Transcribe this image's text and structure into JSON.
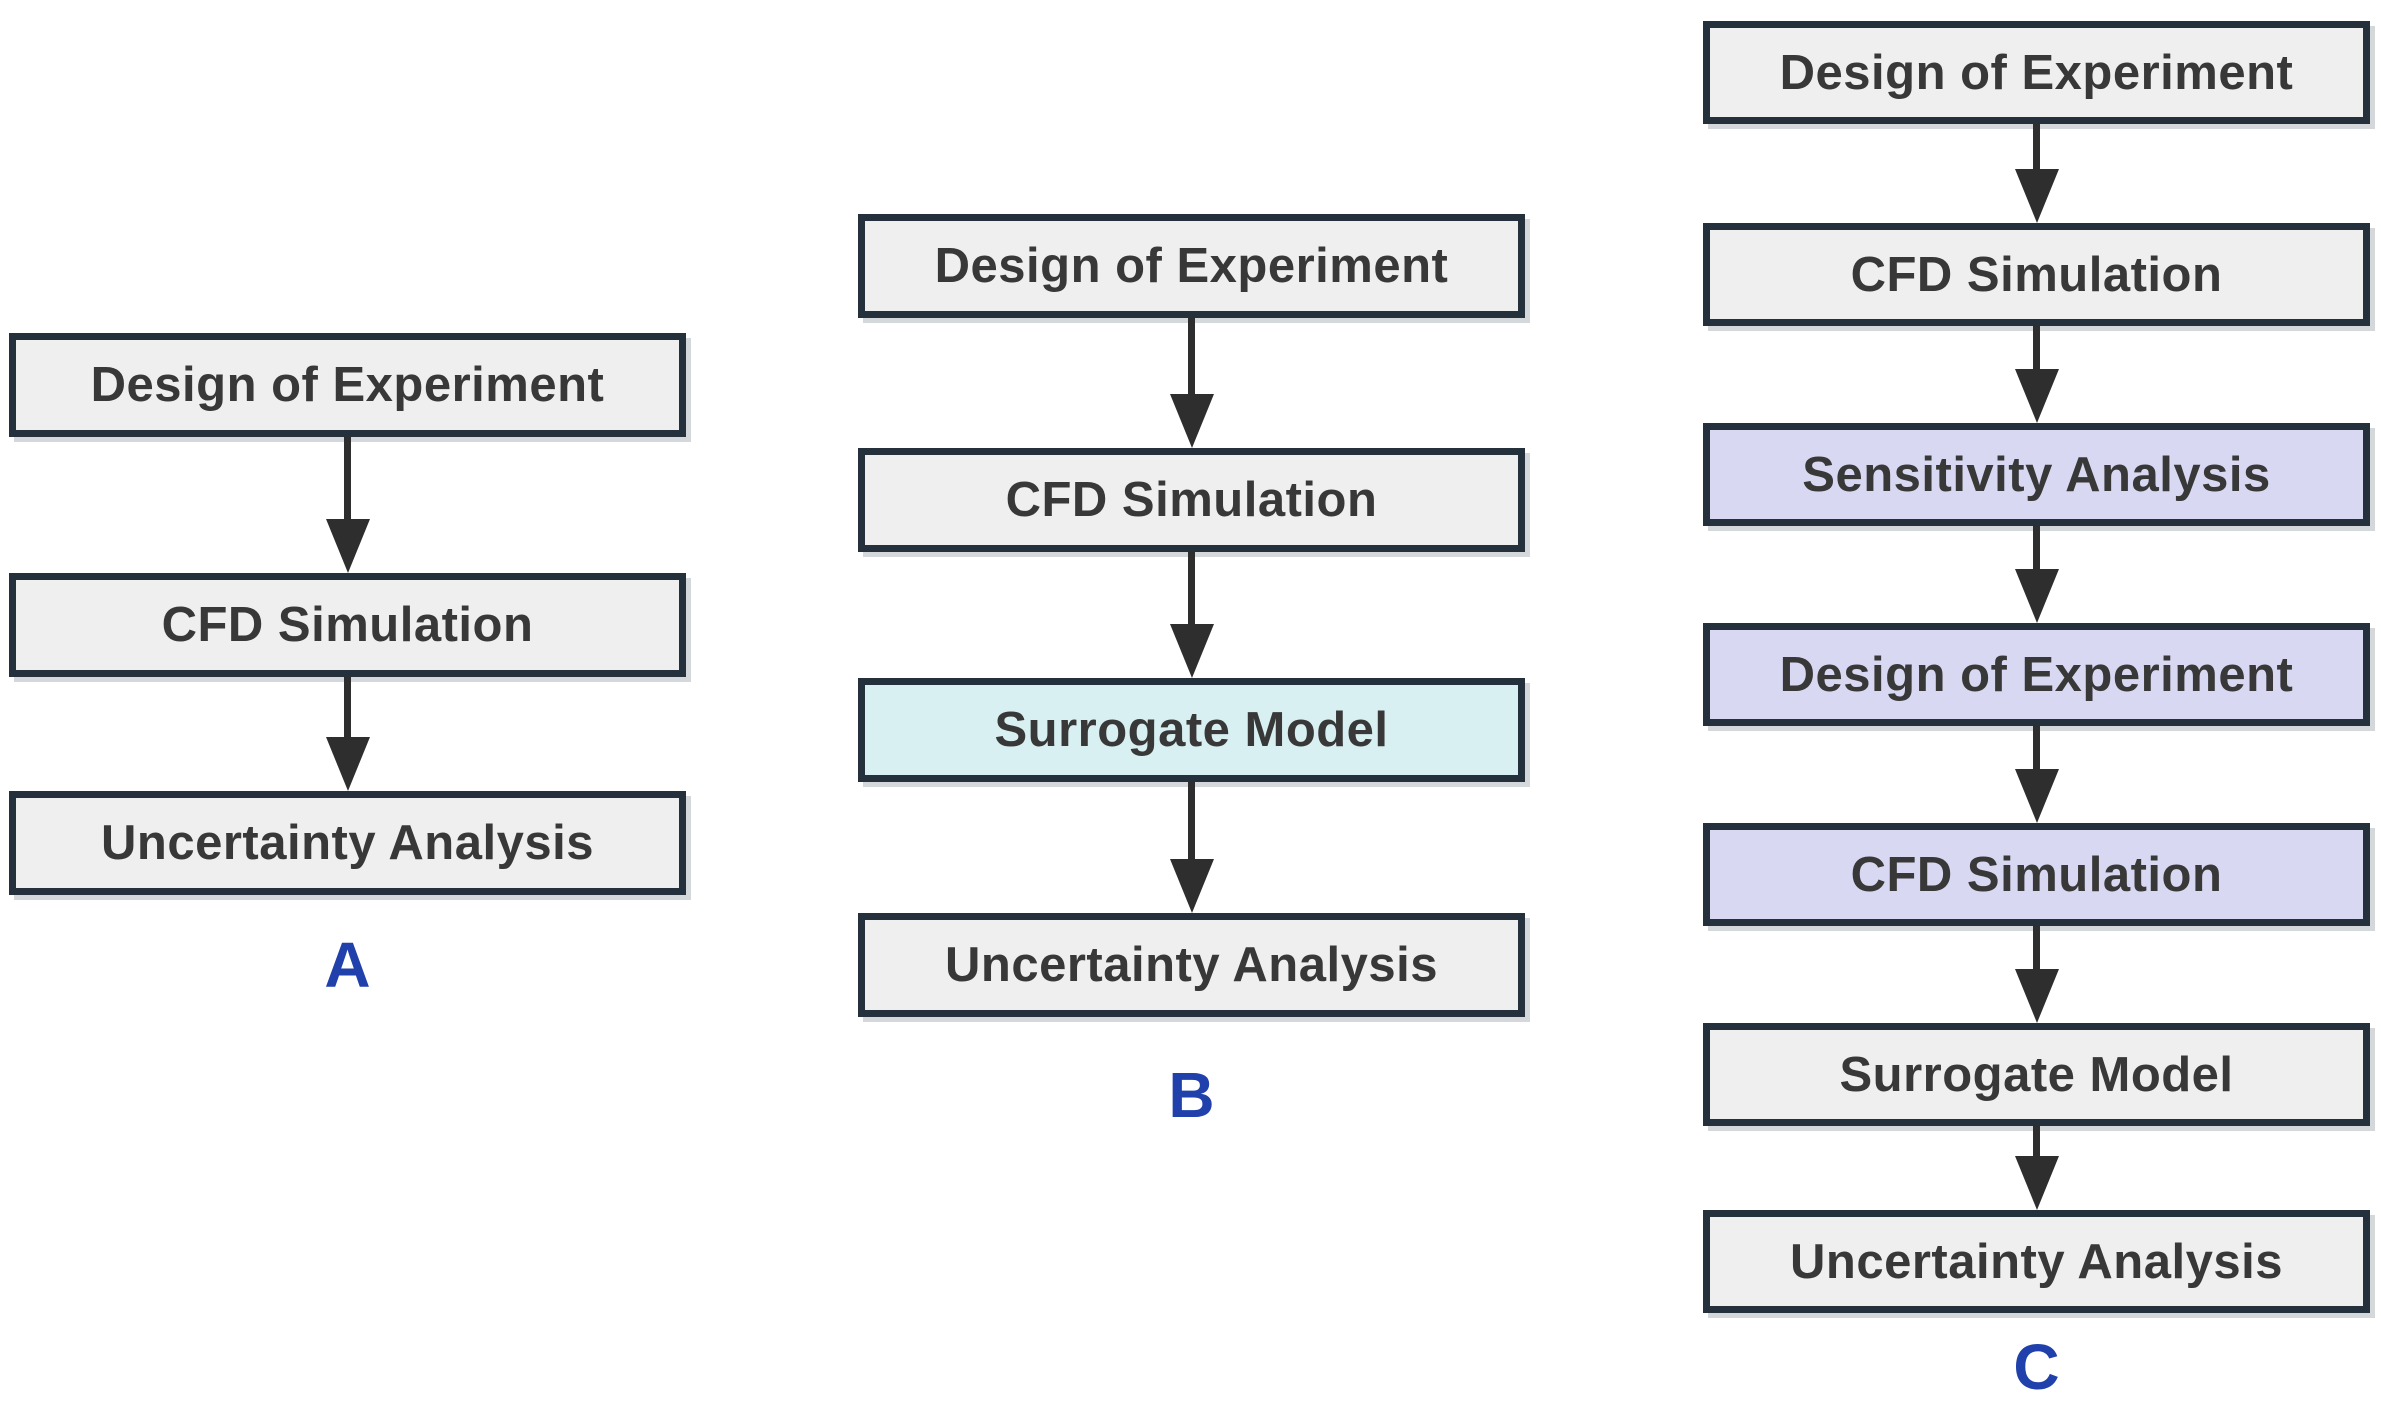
{
  "colors": {
    "background": "#ffffff",
    "box_border": "#24303c",
    "box_fill_gray": "#f0efef",
    "box_fill_cyan": "#d8f0f2",
    "box_fill_lavender": "#d8d8f3",
    "arrow": "#2e2e2e",
    "label_blue": "#2041ab",
    "text": "#383838",
    "shadow": "#d5d8db"
  },
  "flowcharts": [
    {
      "label": "A",
      "steps": [
        {
          "text": "Design of Experiment",
          "fill": "#f0efef"
        },
        {
          "text": "CFD Simulation",
          "fill": "#f0efef"
        },
        {
          "text": "Uncertainty Analysis",
          "fill": "#f0efef"
        }
      ]
    },
    {
      "label": "B",
      "steps": [
        {
          "text": "Design of Experiment",
          "fill": "#f0efef"
        },
        {
          "text": "CFD Simulation",
          "fill": "#f0efef"
        },
        {
          "text": "Surrogate Model",
          "fill": "#d8f0f2"
        },
        {
          "text": "Uncertainty Analysis",
          "fill": "#f0efef"
        }
      ]
    },
    {
      "label": "C",
      "steps": [
        {
          "text": "Design of Experiment",
          "fill": "#f0efef"
        },
        {
          "text": "CFD Simulation",
          "fill": "#f0efef"
        },
        {
          "text": "Sensitivity Analysis",
          "fill": "#d8d8f3"
        },
        {
          "text": "Design of Experiment",
          "fill": "#d8d8f3"
        },
        {
          "text": "CFD Simulation",
          "fill": "#d8d8f3"
        },
        {
          "text": "Surrogate Model",
          "fill": "#f0efef"
        },
        {
          "text": "Uncertainty Analysis",
          "fill": "#f0efef"
        }
      ]
    }
  ]
}
